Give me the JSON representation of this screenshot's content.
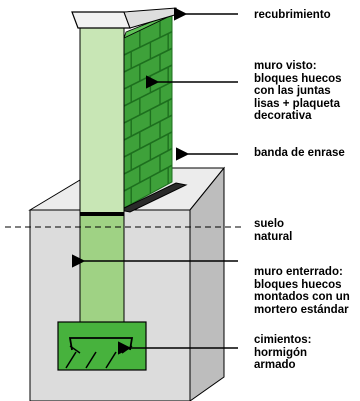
{
  "labels": {
    "coping": "recubrimiento",
    "visible_wall": "muro visto:\nbloques huecos\ncon las juntas\nlisas + plaqueta\ndecorativa",
    "leveling_band": "banda de enrase",
    "natural_ground": "suelo\nnatural",
    "buried_wall": "muro enterrado:\nbloques huecos\nmontados con un\nmortero estándar",
    "foundation": "cimientos:\nhormigón\narmado"
  },
  "colors": {
    "brick_green": "#3ea13a",
    "brick_light": "#5fc257",
    "mortar": "#1d6f1e",
    "block_core": "#c8e6b5",
    "buried_block": "#9fd284",
    "footing_green": "#47b23d",
    "soil_front": "#dcdcdc",
    "soil_top": "#ececec",
    "soil_side": "#bdbdbd",
    "coping": "#f2f2f2",
    "outline": "#000000"
  }
}
